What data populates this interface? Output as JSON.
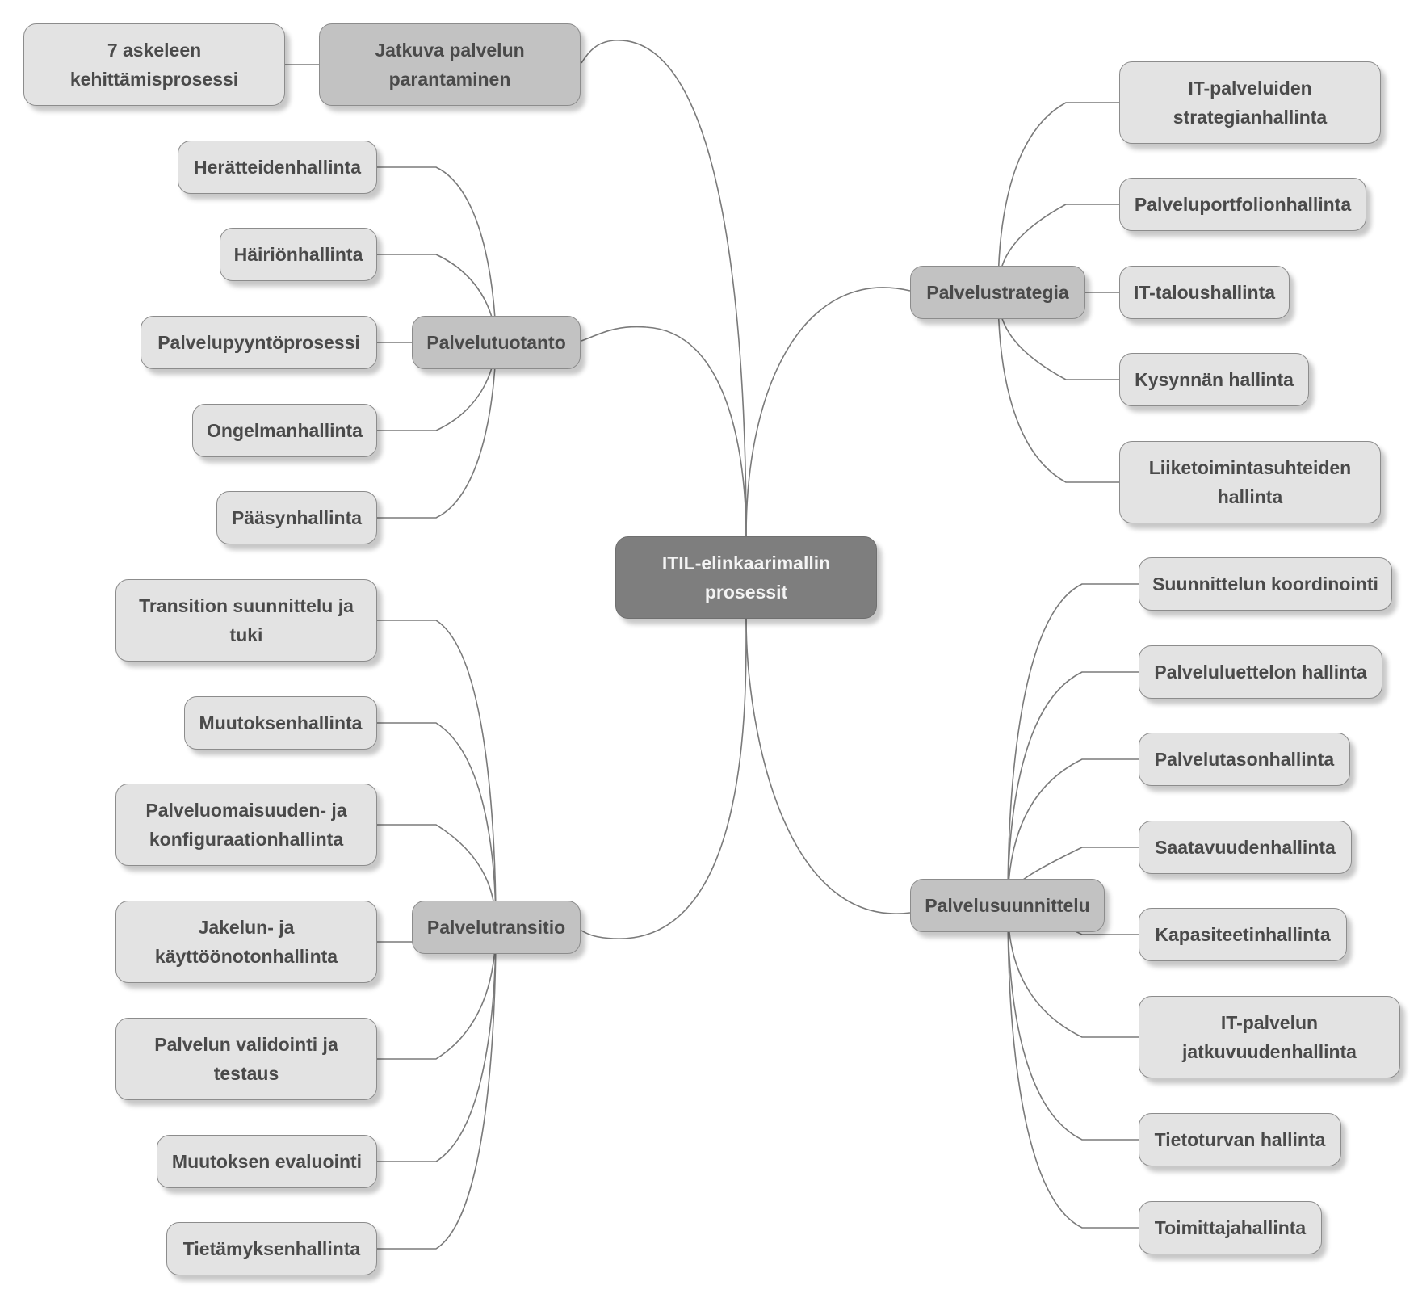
{
  "mindmap": {
    "root": "ITIL-elinkaarimallin prosessit",
    "branches": {
      "jatkuva": {
        "label": "Jatkuva palvelun parantaminen",
        "children": [
          "7 askeleen kehittämisprosessi"
        ]
      },
      "tuotanto": {
        "label": "Palvelutuotanto",
        "children": [
          "Herätteidenhallinta",
          "Häiriönhallinta",
          "Palvelupyyntöprosessi",
          "Ongelmanhallinta",
          "Pääsynhallinta"
        ]
      },
      "transitio": {
        "label": "Palvelutransitio",
        "children": [
          "Transition suunnittelu ja tuki",
          "Muutoksenhallinta",
          "Palveluomaisuuden- ja konfiguraationhallinta",
          "Jakelun- ja käyttöönotonhallinta",
          "Palvelun validointi ja testaus",
          "Muutoksen evaluointi",
          "Tietämyksenhallinta"
        ]
      },
      "strategia": {
        "label": "Palvelustrategia",
        "children": [
          "IT-palveluiden strategianhallinta",
          "Palveluportfolionhallinta",
          "IT-taloushallinta",
          "Kysynnän hallinta",
          "Liiketoimintasuhteiden hallinta"
        ]
      },
      "suunnittelu": {
        "label": "Palvelusuunnittelu",
        "children": [
          "Suunnittelun koordinointi",
          "Palveluluettelon hallinta",
          "Palvelutasonhallinta",
          "Saatavuudenhallinta",
          "Kapasiteetinhallinta",
          "IT-palvelun jatkuvuudenhallinta",
          "Tietoturvan hallinta",
          "Toimittajahallinta"
        ]
      }
    }
  }
}
